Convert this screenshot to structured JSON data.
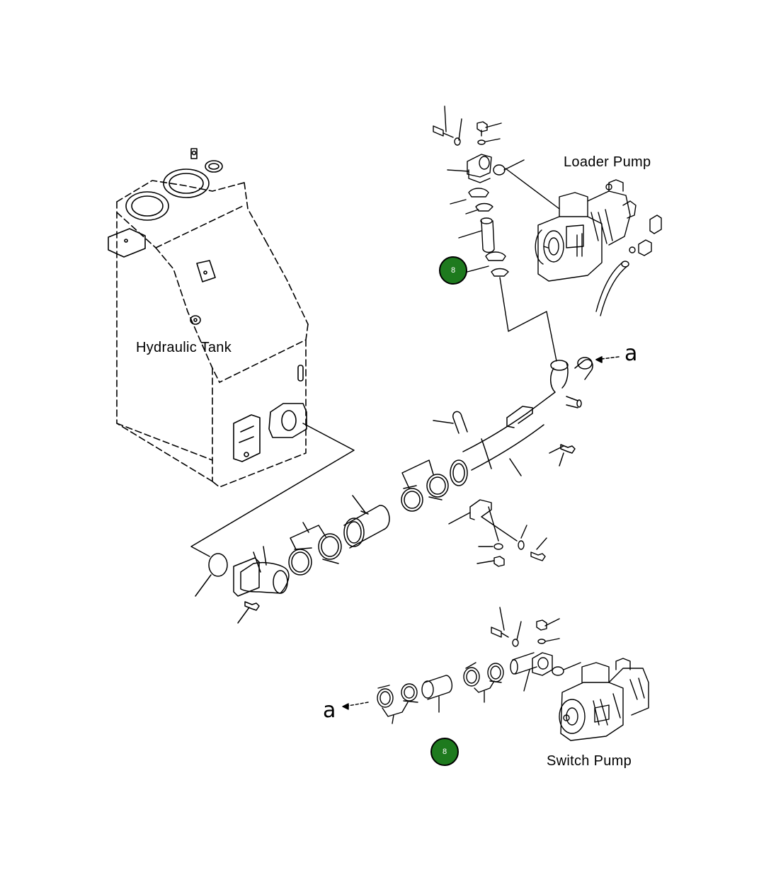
{
  "labels": {
    "hydraulic_tank": "Hydraulic Tank",
    "loader_pump": "Loader Pump",
    "switch_pump": "Switch Pump",
    "connector_upper": "a",
    "connector_lower": "a"
  },
  "callouts": [
    {
      "number": "8",
      "color": "#1e7a1e"
    },
    {
      "number": "8",
      "color": "#1e7a1e"
    }
  ]
}
